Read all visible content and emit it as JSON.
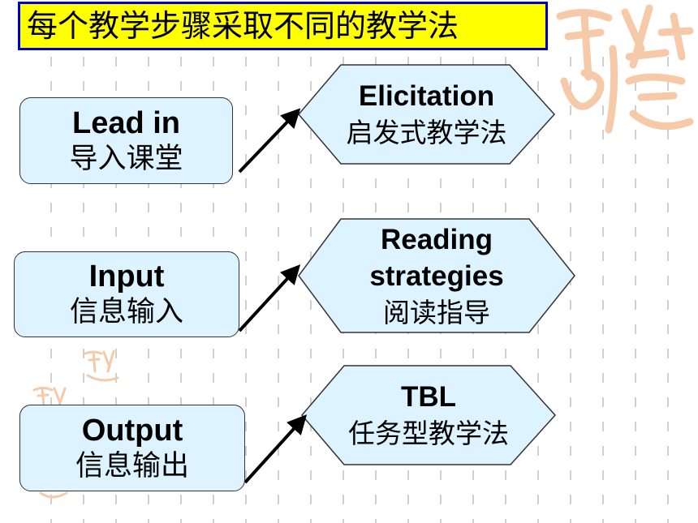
{
  "title": "每个教学步骤采取不同的教学法",
  "colors": {
    "title_bg": "#ffff00",
    "title_border": "#0000cc",
    "box_fill": "#ddf3ff",
    "seal": "#f6c9a8",
    "dots": "#c8c8c8"
  },
  "steps": [
    {
      "en": "Lead in",
      "zh": "导入课堂"
    },
    {
      "en": "Input",
      "zh": "信息输入"
    },
    {
      "en": "Output",
      "zh": "信息输出"
    }
  ],
  "methods": [
    {
      "lines_en": [
        "Elicitation"
      ],
      "zh": "启发式教学法"
    },
    {
      "lines_en": [
        "Reading",
        "strategies"
      ],
      "zh": "阅读指导"
    },
    {
      "lines_en": [
        "TBL"
      ],
      "zh": "任务型教学法"
    }
  ]
}
